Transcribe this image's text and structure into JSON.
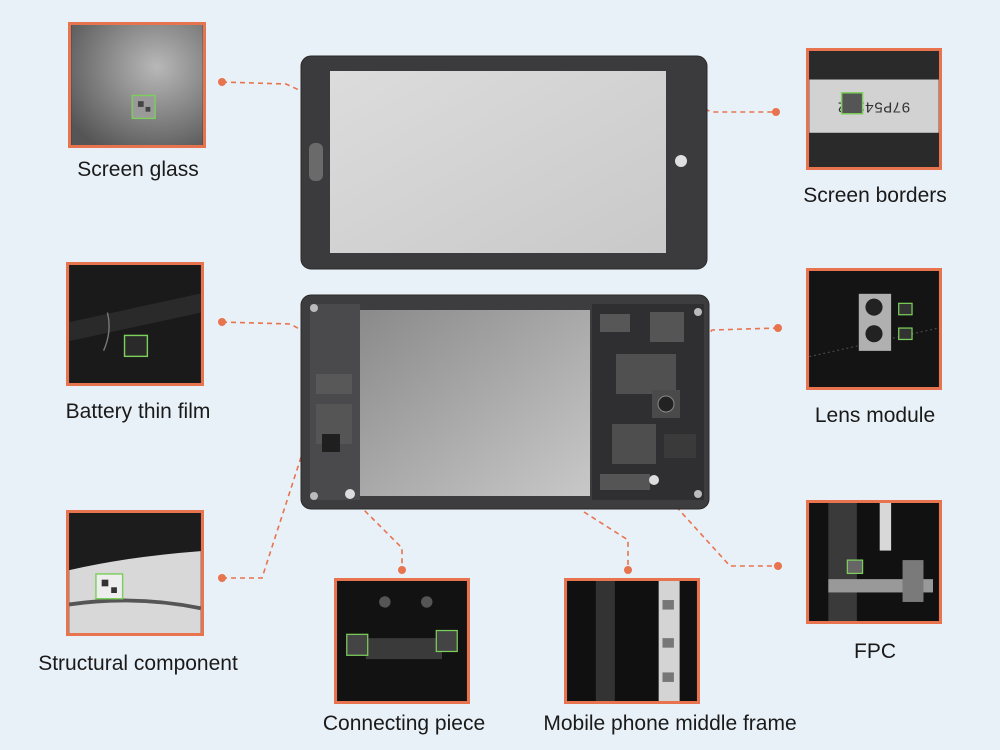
{
  "labels": {
    "screen_glass": "Screen glass",
    "screen_borders": "Screen borders",
    "battery_thin_film": "Battery thin film",
    "lens_module": "Lens module",
    "structural_component": "Structural component",
    "fpc": "FPC",
    "connecting_piece": "Connecting piece",
    "middle_frame": "Mobile phone middle frame"
  },
  "border_code_text": "97P54132",
  "colors": {
    "accent": "#e8734f",
    "background": "#e9f1f8",
    "phone_body": "#3a3a3c",
    "screen": "#d6d6d6",
    "code_box": "#7ccf5a"
  }
}
